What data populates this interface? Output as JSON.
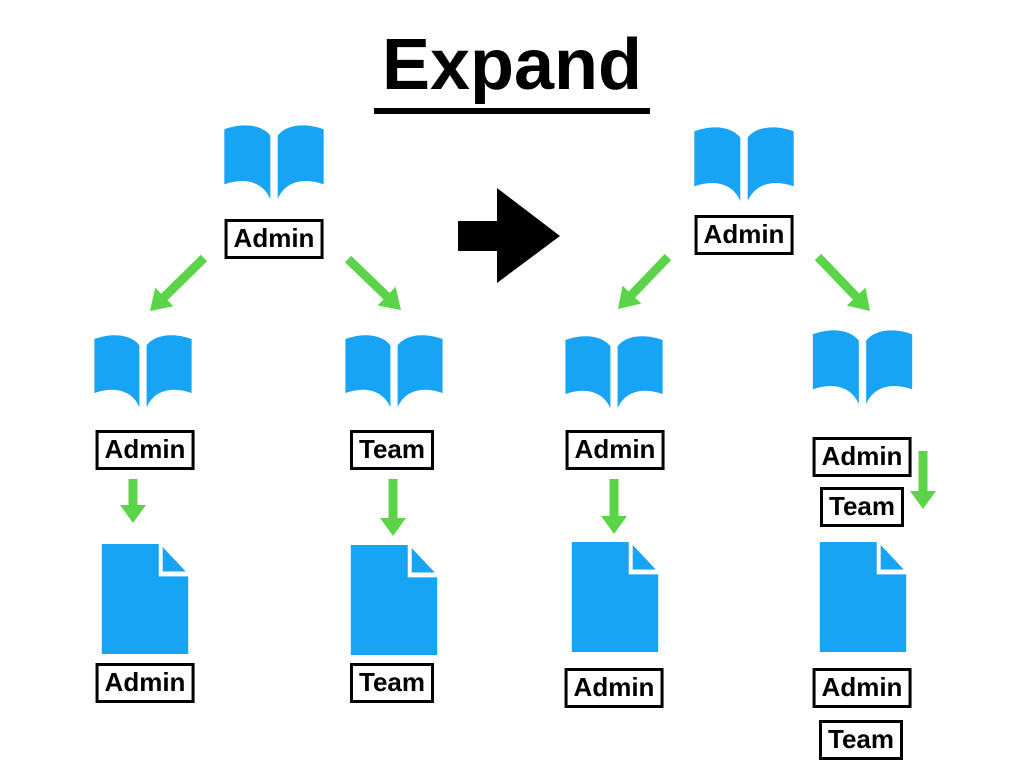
{
  "title": "Expand",
  "colors": {
    "icon_blue": "#18a4f4",
    "arrow_green": "#5cd44a",
    "transform_black": "#000000"
  },
  "before": {
    "root_label": "Admin",
    "children": [
      {
        "book_labels": [
          "Admin"
        ],
        "doc_labels": [
          "Admin"
        ]
      },
      {
        "book_labels": [
          "Team"
        ],
        "doc_labels": [
          "Team"
        ]
      }
    ]
  },
  "after": {
    "root_label": "Admin",
    "children": [
      {
        "book_labels": [
          "Admin"
        ],
        "doc_labels": [
          "Admin"
        ]
      },
      {
        "book_labels": [
          "Admin",
          "Team"
        ],
        "doc_labels": [
          "Admin",
          "Team"
        ]
      }
    ]
  }
}
